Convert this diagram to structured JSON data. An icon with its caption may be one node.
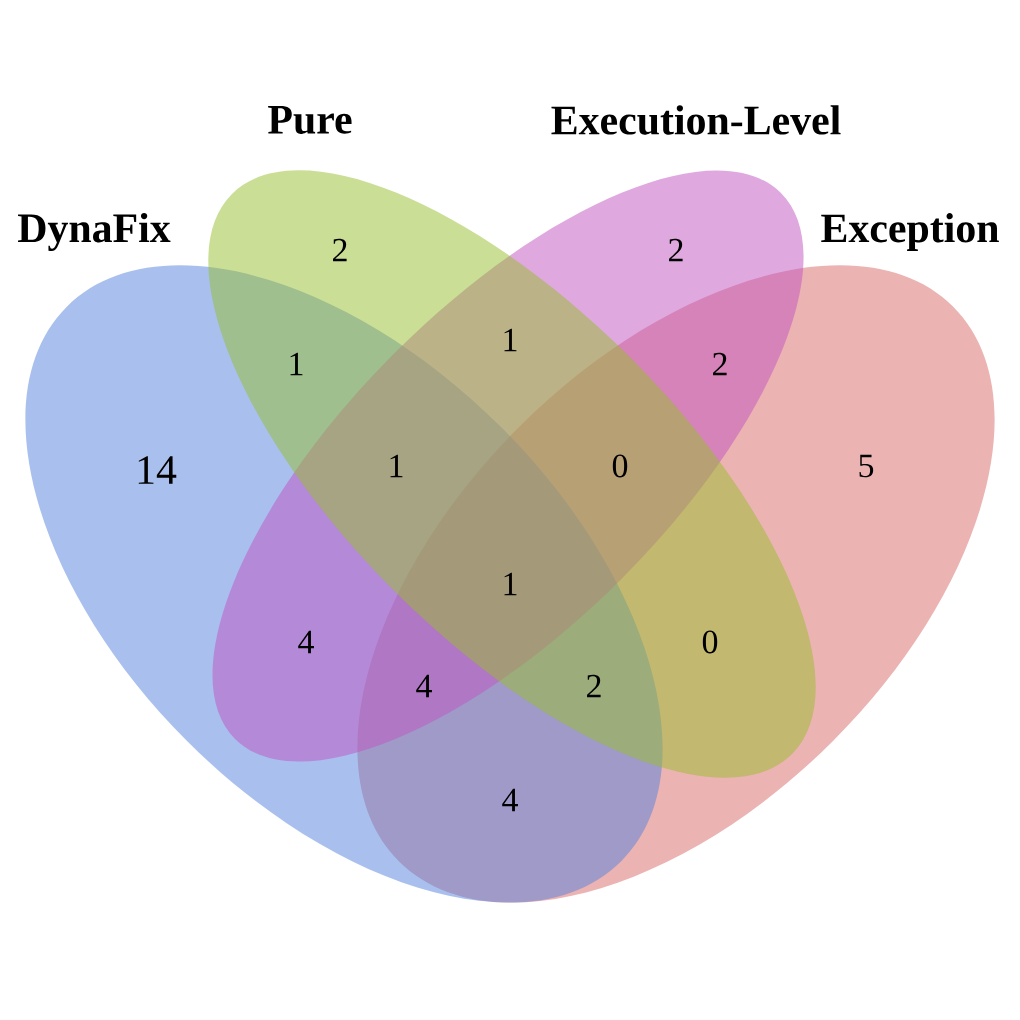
{
  "diagram": {
    "nodes": [
      {
        "text": [
          "DynaFix"
        ]
      },
      {
        "text": [
          "Pure"
        ]
      },
      {
        "text": [
          "Execution-Level"
        ]
      },
      {
        "text": [
          "Exception"
        ]
      }
    ],
    "labels": [
      "2",
      "2",
      "1",
      "1",
      "2",
      "14",
      "1",
      "0",
      "5",
      "1",
      "4",
      "0",
      "4",
      "2",
      "4"
    ]
  }
}
